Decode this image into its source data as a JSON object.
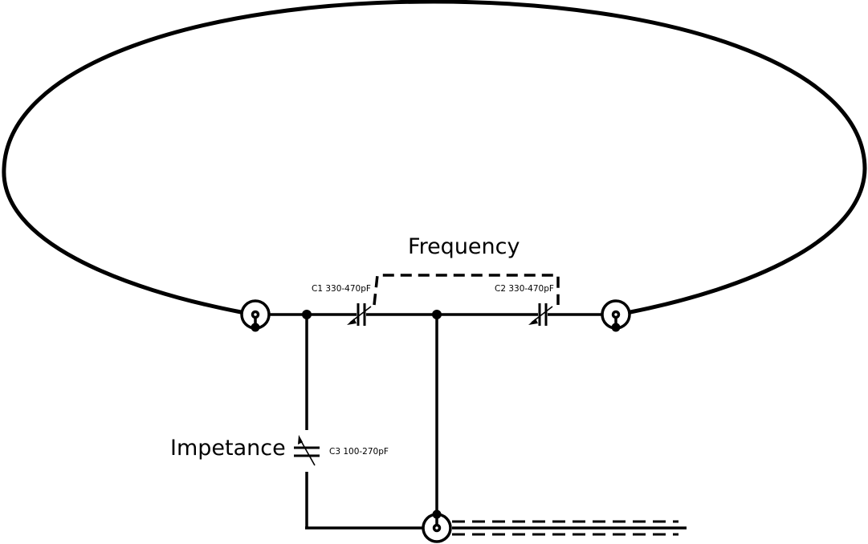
{
  "labels": {
    "frequency": "Frequency",
    "impedance": "Impetance"
  },
  "capacitors": {
    "c1": "C1 330-470pF",
    "c2": "C2 330-470pF",
    "c3": "C3 100-270pF"
  },
  "colors": {
    "ink": "#000000",
    "background": "#ffffff"
  }
}
